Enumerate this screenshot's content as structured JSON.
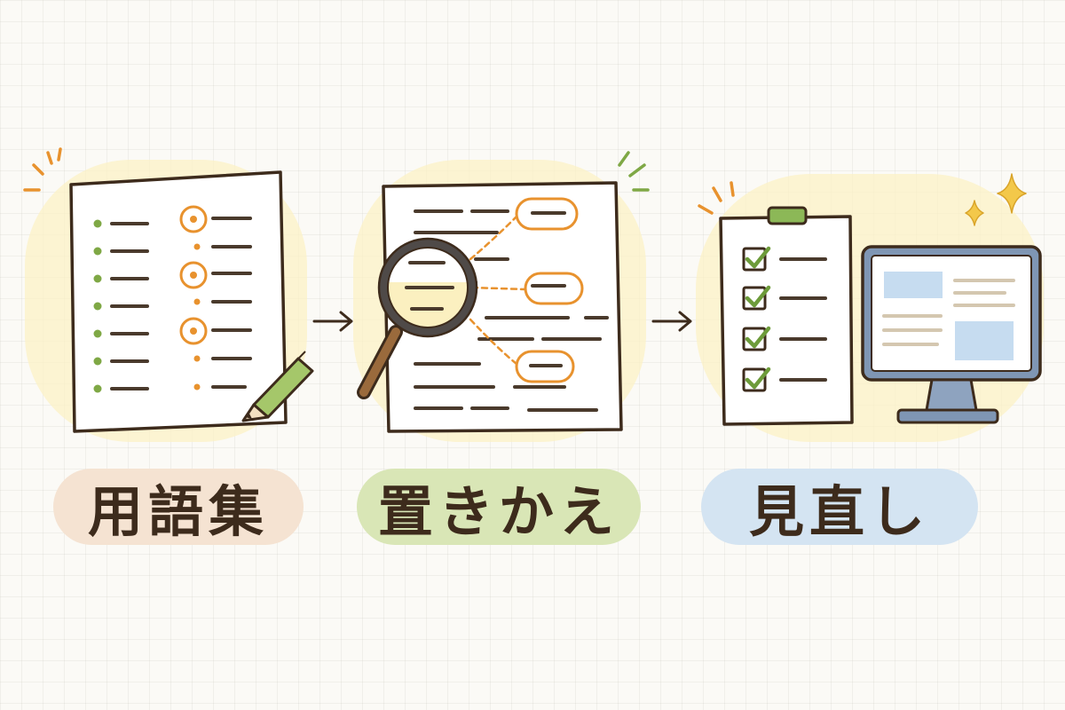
{
  "steps": [
    {
      "label": "用語集",
      "color": "#f5e3d2"
    },
    {
      "label": "置きかえ",
      "color": "#d9e6b6"
    },
    {
      "label": "見直し",
      "color": "#d4e4f2"
    }
  ],
  "colors": {
    "ink": "#3d2b1c",
    "accent_orange": "#e8922e",
    "accent_green": "#7fa845",
    "highlight_yellow": "#fbf0c0",
    "screen_blue": "#7f96b4"
  },
  "icons": [
    "glossary-document-icon",
    "pencil-icon",
    "magnifier-icon",
    "replace-document-icon",
    "checklist-clipboard-icon",
    "monitor-icon",
    "sparkle-icon",
    "arrow-right-icon"
  ]
}
